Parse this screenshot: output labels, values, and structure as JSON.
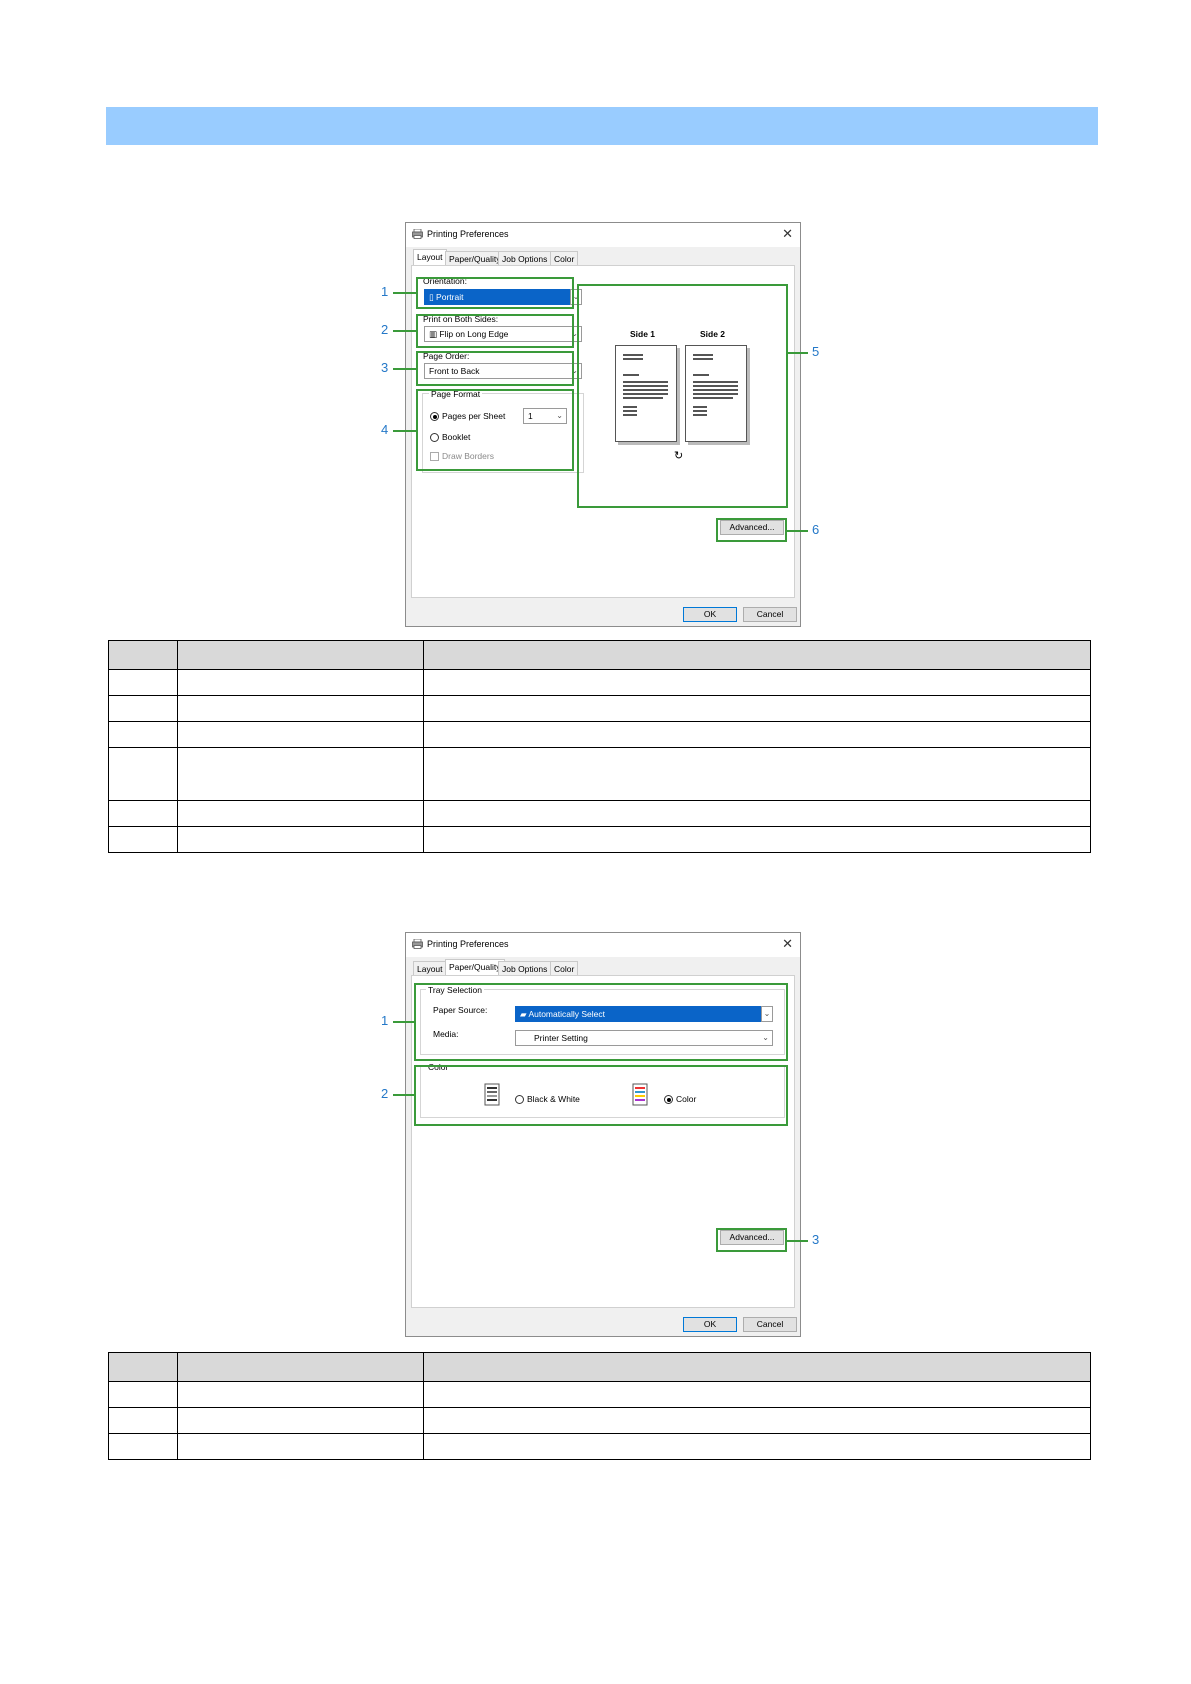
{
  "dialog_title": "Printing Preferences",
  "tabs": [
    "Layout",
    "Paper/Quality",
    "Job Options",
    "Color"
  ],
  "buttons": {
    "ok": "OK",
    "cancel": "Cancel",
    "advanced": "Advanced..."
  },
  "layout_tab": {
    "orientation_label": "Orientation:",
    "orientation_value": "Portrait",
    "both_sides_label": "Print on Both Sides:",
    "both_sides_value": "Flip on Long Edge",
    "page_order_label": "Page Order:",
    "page_order_value": "Front to Back",
    "page_format_label": "Page Format",
    "pages_per_sheet_label": "Pages per Sheet",
    "pages_per_sheet_value": "1",
    "booklet_label": "Booklet",
    "draw_borders_label": "Draw Borders",
    "side1_label": "Side 1",
    "side2_label": "Side 2",
    "callouts": [
      "1",
      "2",
      "3",
      "4",
      "5",
      "6"
    ]
  },
  "paper_tab": {
    "tray_selection_label": "Tray Selection",
    "paper_source_label": "Paper Source:",
    "paper_source_value": "Automatically Select",
    "media_label": "Media:",
    "media_value": "Printer Setting",
    "color_group_label": "Color",
    "bw_label": "Black & White",
    "color_label": "Color",
    "callouts": [
      "1",
      "2",
      "3"
    ]
  },
  "colors": {
    "band": "#99ccff",
    "highlight": "#3a9a3a",
    "callout": "#2478c8",
    "selection": "#0a64c8"
  }
}
